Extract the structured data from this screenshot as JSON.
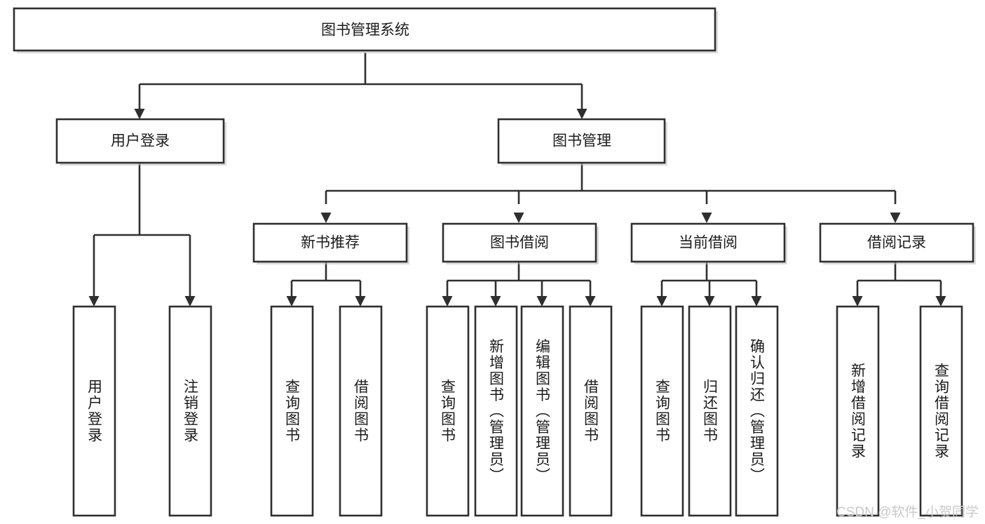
{
  "diagram": {
    "title": "图书管理系统",
    "type": "hierarchy-tree",
    "orientation": "top-down",
    "colors": {
      "box_stroke": "#2f2f2f",
      "box_fill": "#ffffff",
      "line": "#2f2f2f",
      "text": "#1b1b1b",
      "watermark": "#c9c9c9",
      "background": "#ffffff"
    },
    "root": {
      "label": "图书管理系统"
    },
    "level2": [
      {
        "label": "用户登录"
      },
      {
        "label": "图书管理"
      }
    ],
    "level3": [
      {
        "label": "新书推荐"
      },
      {
        "label": "图书借阅"
      },
      {
        "label": "当前借阅"
      },
      {
        "label": "借阅记录"
      }
    ],
    "leaves": {
      "user_login": [
        {
          "label": "用户登录"
        },
        {
          "label": "注销登录"
        }
      ],
      "new_book_recommend": [
        {
          "label": "查询图书"
        },
        {
          "label": "借阅图书"
        }
      ],
      "book_borrow": [
        {
          "label": "查询图书"
        },
        {
          "label": "新增图书（管理员）"
        },
        {
          "label": "编辑图书（管理员）"
        },
        {
          "label": "借阅图书"
        }
      ],
      "current_borrow": [
        {
          "label": "查询图书"
        },
        {
          "label": "归还图书"
        },
        {
          "label": "确认归还（管理员）"
        }
      ],
      "borrow_record": [
        {
          "label": "新增借阅记录"
        },
        {
          "label": "查询借阅记录"
        }
      ]
    }
  },
  "watermark": {
    "text": "CSDN @软件_小贺同学"
  }
}
